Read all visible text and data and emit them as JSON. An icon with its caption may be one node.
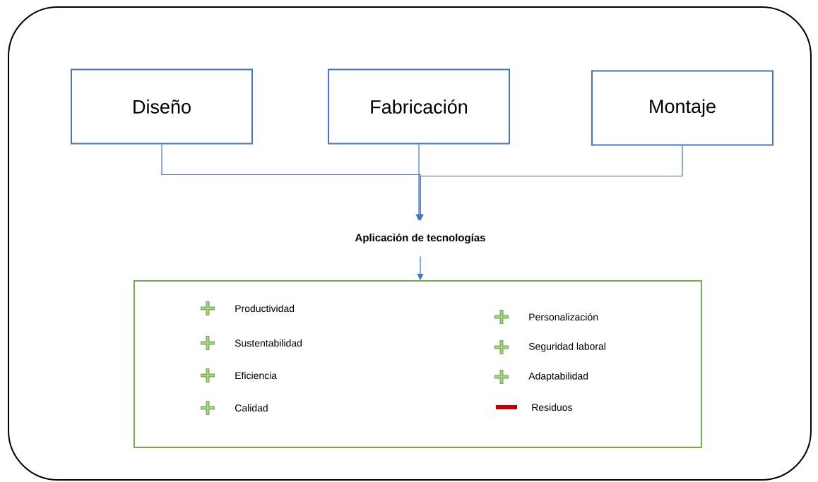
{
  "diagram": {
    "nodes": [
      {
        "text": [
          "Diseño"
        ]
      },
      {
        "text": [
          "Fabricación"
        ]
      },
      {
        "text": [
          "Montaje"
        ]
      },
      {
        "text": [
          "Aplicación de tecnologías"
        ]
      },
      {
        "text": [],
        "shape": "box"
      },
      {
        "text": [],
        "shape": "plus",
        "in": 4
      },
      {
        "text": [
          "Productividad"
        ],
        "in": 4
      },
      {
        "text": [],
        "shape": "plus",
        "in": 4
      },
      {
        "text": [
          "Sustentabilidad"
        ],
        "in": 4
      },
      {
        "text": [],
        "shape": "plus",
        "in": 4
      },
      {
        "text": [
          "Eficiencia"
        ],
        "in": 4
      },
      {
        "text": [],
        "shape": "plus",
        "in": 4
      },
      {
        "text": [
          "Calidad"
        ],
        "in": 4
      },
      {
        "text": [],
        "shape": "plus",
        "in": 4
      },
      {
        "text": [
          "Personalización"
        ],
        "in": 4
      },
      {
        "text": [],
        "shape": "plus",
        "in": 4
      },
      {
        "text": [
          "Seguridad laboral"
        ],
        "in": 4
      },
      {
        "text": [],
        "shape": "plus",
        "in": 4
      },
      {
        "text": [
          "Adaptabilidad"
        ],
        "in": 4
      },
      {
        "text": [],
        "shape": "minus",
        "in": 4
      },
      {
        "text": [
          "Residuos"
        ],
        "in": 4
      }
    ],
    "edges": [
      {
        "from": 0,
        "to": 3,
        "arrow": "to"
      },
      {
        "from": 1,
        "to": 3,
        "arrow": "to"
      },
      {
        "from": 2,
        "to": 3,
        "arrow": "to"
      },
      {
        "from": 3,
        "to": 4,
        "arrow": "to"
      }
    ]
  }
}
